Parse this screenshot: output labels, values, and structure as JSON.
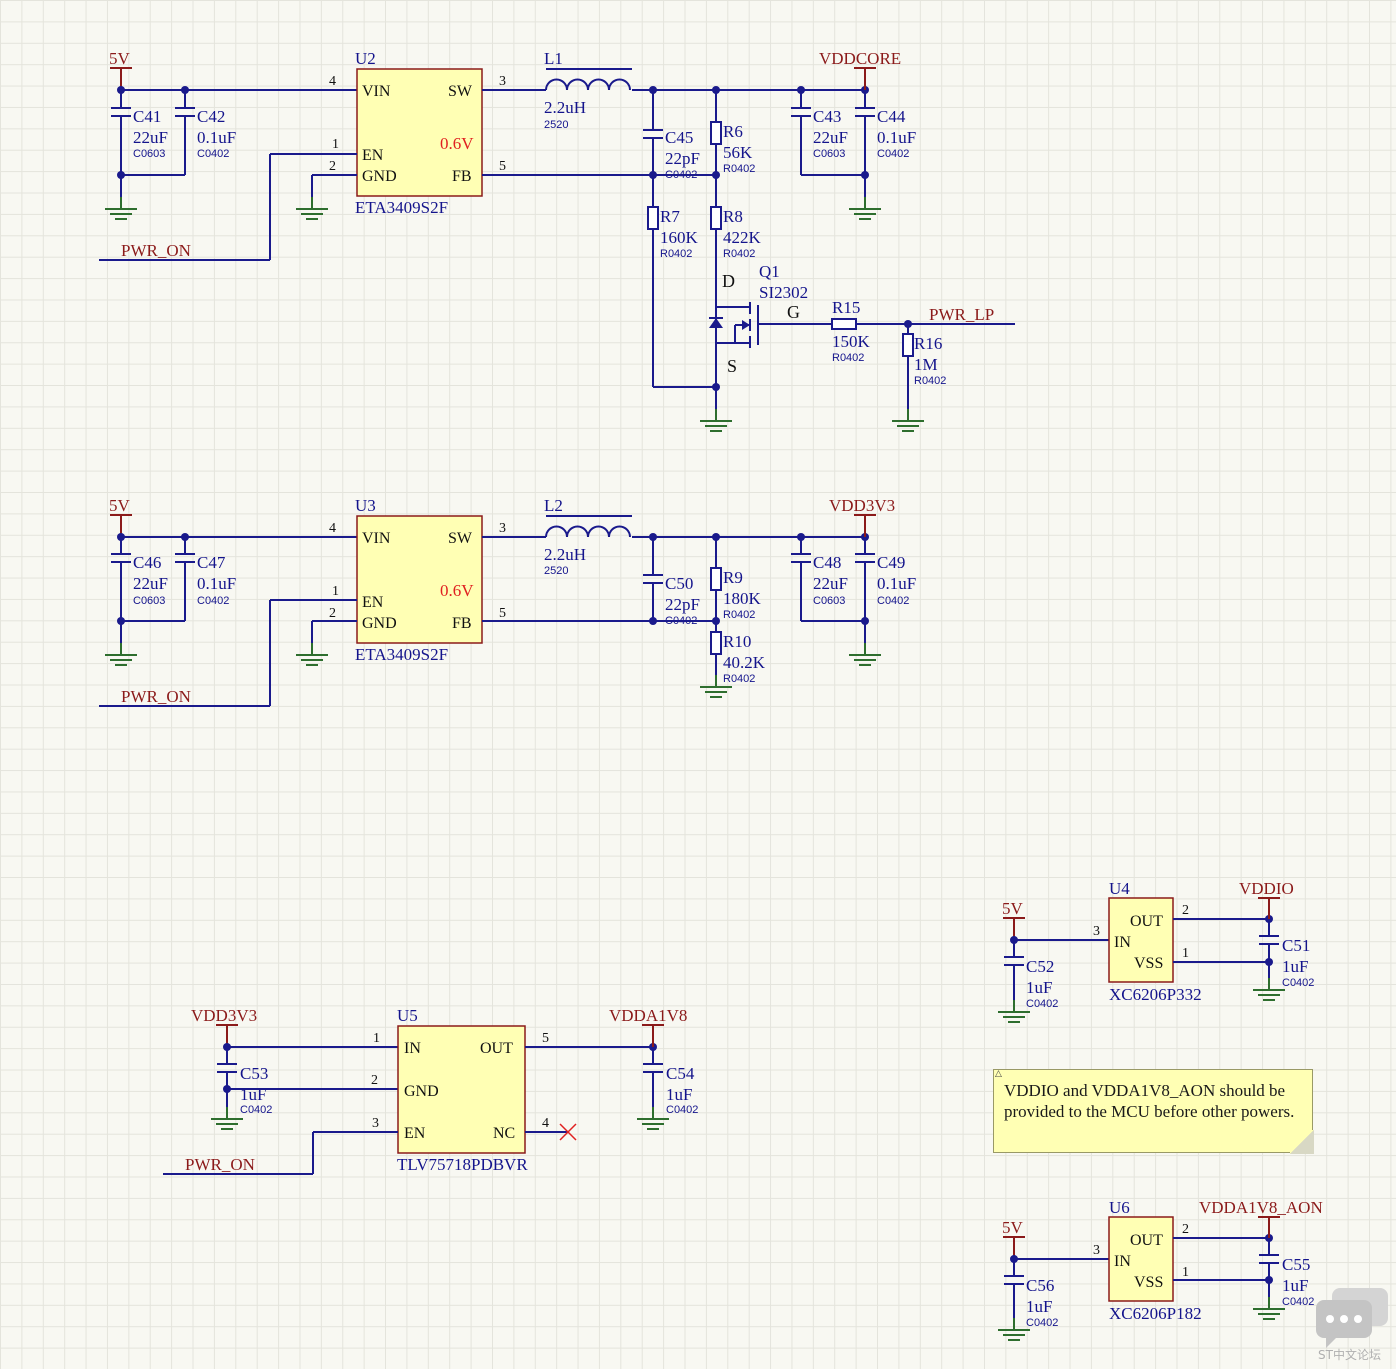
{
  "nets": {
    "v5": "5V",
    "vddcore": "VDDCORE",
    "vdd3v3": "VDD3V3",
    "vddio": "VDDIO",
    "vdda1v8": "VDDA1V8",
    "vdda1v8_aon": "VDDA1V8_AON",
    "pwr_on": "PWR_ON",
    "pwr_lp": "PWR_LP"
  },
  "u2": {
    "ref": "U2",
    "part": "ETA3409S2F",
    "pins": {
      "vin": "VIN",
      "sw": "SW",
      "en": "EN",
      "gnd": "GND",
      "fb": "FB"
    },
    "pin_nums": {
      "vin": "4",
      "sw": "3",
      "en": "1",
      "gnd": "2",
      "fb": "5"
    },
    "vref": "0.6V"
  },
  "u3": {
    "ref": "U3",
    "part": "ETA3409S2F",
    "pins": {
      "vin": "VIN",
      "sw": "SW",
      "en": "EN",
      "gnd": "GND",
      "fb": "FB"
    },
    "pin_nums": {
      "vin": "4",
      "sw": "3",
      "en": "1",
      "gnd": "2",
      "fb": "5"
    },
    "vref": "0.6V"
  },
  "u4": {
    "ref": "U4",
    "part": "XC6206P332",
    "pins": {
      "out": "OUT",
      "in": "IN",
      "vss": "VSS"
    },
    "pin_nums": {
      "out": "2",
      "in": "3",
      "vss": "1"
    }
  },
  "u5": {
    "ref": "U5",
    "part": "TLV75718PDBVR",
    "pins": {
      "in": "IN",
      "gnd": "GND",
      "en": "EN",
      "out": "OUT",
      "nc": "NC"
    },
    "pin_nums": {
      "in": "1",
      "gnd": "2",
      "en": "3",
      "out": "5",
      "nc": "4"
    }
  },
  "u6": {
    "ref": "U6",
    "part": "XC6206P182",
    "pins": {
      "out": "OUT",
      "in": "IN",
      "vss": "VSS"
    },
    "pin_nums": {
      "out": "2",
      "in": "3",
      "vss": "1"
    }
  },
  "l1": {
    "ref": "L1",
    "value": "2.2uH",
    "fp": "2520"
  },
  "l2": {
    "ref": "L2",
    "value": "2.2uH",
    "fp": "2520"
  },
  "q1": {
    "ref": "Q1",
    "part": "SI2302",
    "d": "D",
    "g": "G",
    "s": "S"
  },
  "caps": {
    "c41": {
      "ref": "C41",
      "value": "22uF",
      "fp": "C0603"
    },
    "c42": {
      "ref": "C42",
      "value": "0.1uF",
      "fp": "C0402"
    },
    "c43": {
      "ref": "C43",
      "value": "22uF",
      "fp": "C0603"
    },
    "c44": {
      "ref": "C44",
      "value": "0.1uF",
      "fp": "C0402"
    },
    "c45": {
      "ref": "C45",
      "value": "22pF",
      "fp": "C0402"
    },
    "c46": {
      "ref": "C46",
      "value": "22uF",
      "fp": "C0603"
    },
    "c47": {
      "ref": "C47",
      "value": "0.1uF",
      "fp": "C0402"
    },
    "c48": {
      "ref": "C48",
      "value": "22uF",
      "fp": "C0603"
    },
    "c49": {
      "ref": "C49",
      "value": "0.1uF",
      "fp": "C0402"
    },
    "c50": {
      "ref": "C50",
      "value": "22pF",
      "fp": "C0402"
    },
    "c51": {
      "ref": "C51",
      "value": "1uF",
      "fp": "C0402"
    },
    "c52": {
      "ref": "C52",
      "value": "1uF",
      "fp": "C0402"
    },
    "c53": {
      "ref": "C53",
      "value": "1uF",
      "fp": "C0402"
    },
    "c54": {
      "ref": "C54",
      "value": "1uF",
      "fp": "C0402"
    },
    "c55": {
      "ref": "C55",
      "value": "1uF",
      "fp": "C0402"
    },
    "c56": {
      "ref": "C56",
      "value": "1uF",
      "fp": "C0402"
    }
  },
  "res": {
    "r6": {
      "ref": "R6",
      "value": "56K",
      "fp": "R0402"
    },
    "r7": {
      "ref": "R7",
      "value": "160K",
      "fp": "R0402"
    },
    "r8": {
      "ref": "R8",
      "value": "422K",
      "fp": "R0402"
    },
    "r9": {
      "ref": "R9",
      "value": "180K",
      "fp": "R0402"
    },
    "r10": {
      "ref": "R10",
      "value": "40.2K",
      "fp": "R0402"
    },
    "r15": {
      "ref": "R15",
      "value": "150K",
      "fp": "R0402"
    },
    "r16": {
      "ref": "R16",
      "value": "1M",
      "fp": "R0402"
    }
  },
  "note": {
    "text": "VDDIO and VDDA1V8_AON should be provided to the MCU before other powers."
  },
  "watermark": {
    "label": "ST中文论坛"
  }
}
